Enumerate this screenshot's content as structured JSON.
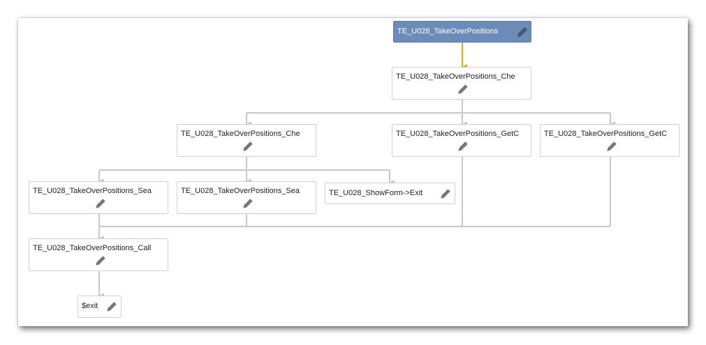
{
  "diagram": {
    "nodes": {
      "root": {
        "label": "TE_U028_TakeOverPositions"
      },
      "check1": {
        "label": "TE_U028_TakeOverPositions_Che"
      },
      "check2": {
        "label": "TE_U028_TakeOverPositions_Che"
      },
      "getc1": {
        "label": "TE_U028_TakeOverPositions_GetC"
      },
      "getc2": {
        "label": "TE_U028_TakeOverPositions_GetC"
      },
      "sea1": {
        "label": "TE_U028_TakeOverPositions_Sea"
      },
      "sea2": {
        "label": "TE_U028_TakeOverPositions_Sea"
      },
      "showform": {
        "label": "TE_U028_ShowForm->Exit"
      },
      "call": {
        "label": "TE_U028_TakeOverPositions_Call"
      },
      "exit": {
        "label": "$exit"
      }
    },
    "colors": {
      "root_fill": "#6b8cb8",
      "active_edge": "#f5a500",
      "edge": "#c8c8c8",
      "edit_icon": "#777777"
    },
    "icons": {
      "edit": "pencil-icon"
    }
  }
}
